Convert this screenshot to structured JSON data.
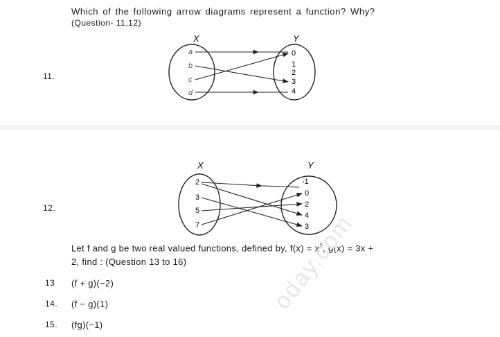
{
  "heading": {
    "question": "Which of the following arrow diagrams represent a function? Why?",
    "reference": "(Question- 11,12)"
  },
  "diagram11": {
    "number": "11.",
    "set_x_label": "X",
    "set_y_label": "Y",
    "domain": [
      "a",
      "b",
      "c",
      "d"
    ],
    "codomain": [
      "0",
      "1",
      "2",
      "3",
      "4"
    ],
    "arrows": [
      [
        "a",
        "0"
      ],
      [
        "b",
        "3"
      ],
      [
        "c",
        "0"
      ],
      [
        "d",
        "4"
      ]
    ]
  },
  "diagram12": {
    "number": "12.",
    "set_x_label": "X",
    "set_y_label": "Y",
    "domain": [
      "2",
      "3",
      "5",
      "7"
    ],
    "codomain": [
      "-1",
      "0",
      "2",
      "4",
      "3"
    ],
    "arrows": [
      [
        "2",
        "-1"
      ],
      [
        "2",
        "4"
      ],
      [
        "3",
        "3"
      ],
      [
        "5",
        "2"
      ],
      [
        "7",
        "0"
      ]
    ]
  },
  "problem": {
    "intro_line1_a": "Let f and g be two real valued functions, defined by, f(x) = x",
    "intro_sup": "2",
    "intro_line1_b": ", g(x) = 3x +",
    "intro_line2": "2, find : (Question 13 to 16)",
    "items": [
      {
        "number": "13",
        "expression": "(f + g)(−2)"
      },
      {
        "number": "14.",
        "expression": "(f − g)(1)"
      },
      {
        "number": "15.",
        "expression": "(fg)(−1)"
      }
    ]
  },
  "watermark": "oday.com"
}
